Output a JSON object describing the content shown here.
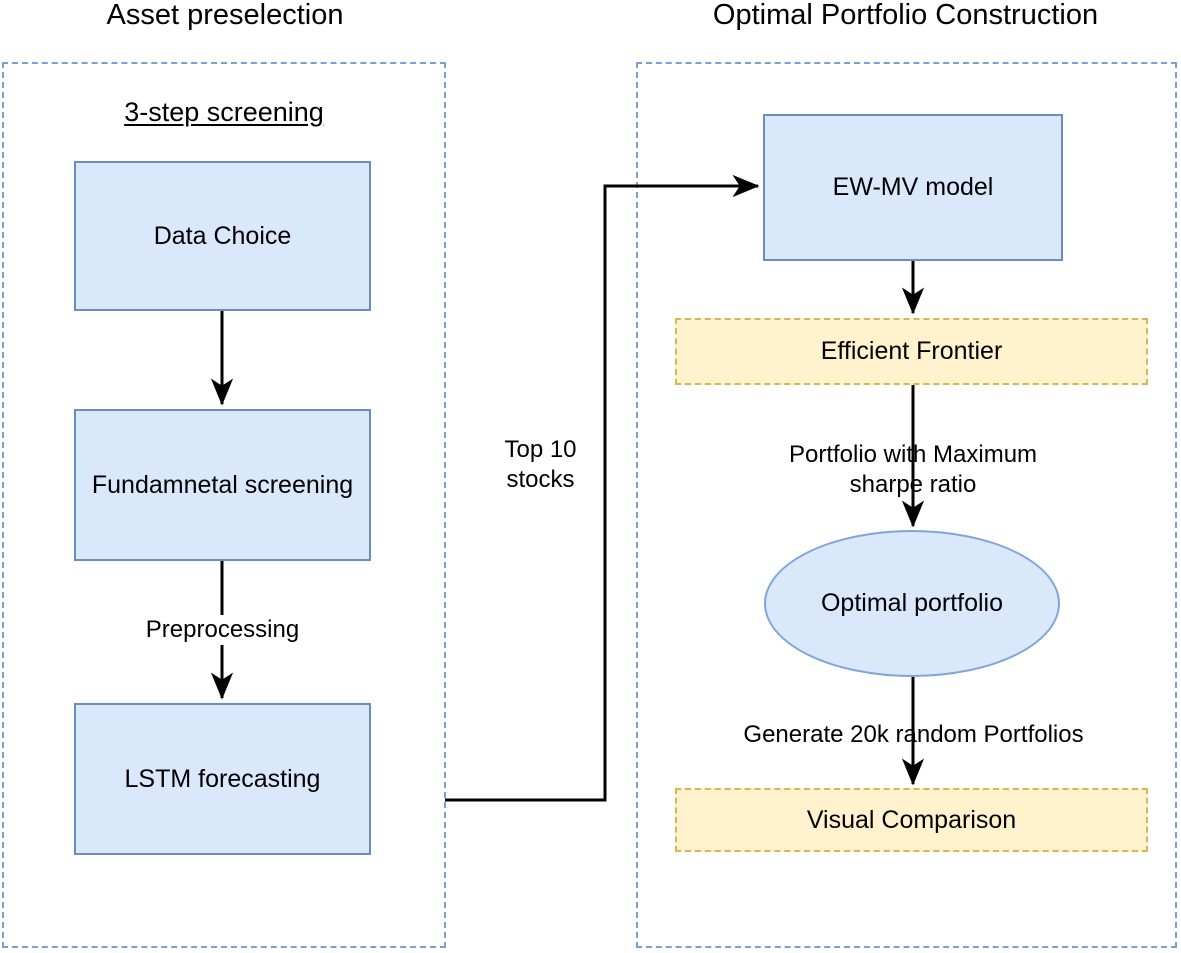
{
  "figure": {
    "type": "flowchart",
    "panels": [
      {
        "id": "asset-preselection",
        "title": "Asset preselection",
        "heading": "3-step screening",
        "nodes": [
          {
            "id": "data-choice",
            "label": "Data Choice",
            "shape": "rectangle",
            "style": "blue"
          },
          {
            "id": "fundamental-screening",
            "label": "Fundamnetal screening",
            "shape": "rectangle",
            "style": "blue"
          },
          {
            "id": "lstm-forecasting",
            "label": "LSTM forecasting",
            "shape": "rectangle",
            "style": "blue"
          }
        ],
        "edge_labels": [
          {
            "id": "preprocessing",
            "label": "Preprocessing"
          }
        ]
      },
      {
        "id": "optimal-portfolio-construction",
        "title": "Optimal Portfolio Construction",
        "heading": "",
        "nodes": [
          {
            "id": "ew-mv-model",
            "label": "EW-MV model",
            "shape": "rectangle",
            "style": "blue"
          },
          {
            "id": "efficient-frontier",
            "label": "Efficient Frontier",
            "shape": "rectangle",
            "style": "yellow"
          },
          {
            "id": "optimal-portfolio",
            "label": "Optimal portfolio",
            "shape": "ellipse",
            "style": "blue"
          },
          {
            "id": "visual-comparison",
            "label": "Visual Comparison",
            "shape": "rectangle",
            "style": "yellow"
          }
        ],
        "edge_labels": [
          {
            "id": "max-sharpe",
            "label": "Portfolio with Maximum\nsharpe ratio"
          },
          {
            "id": "generate-portfolios",
            "label": "Generate 20k random Portfolios"
          }
        ]
      }
    ],
    "cross_panel_edge_label": "Top 10\nstocks",
    "colors": {
      "blue_fill": "#dae8fc",
      "blue_stroke": "#6c8ebf",
      "yellow_fill": "#fff2cc",
      "yellow_stroke": "#d6b656",
      "container_stroke": "#7b9fd4",
      "edge_stroke": "#000000",
      "background": "#ffffff"
    }
  }
}
